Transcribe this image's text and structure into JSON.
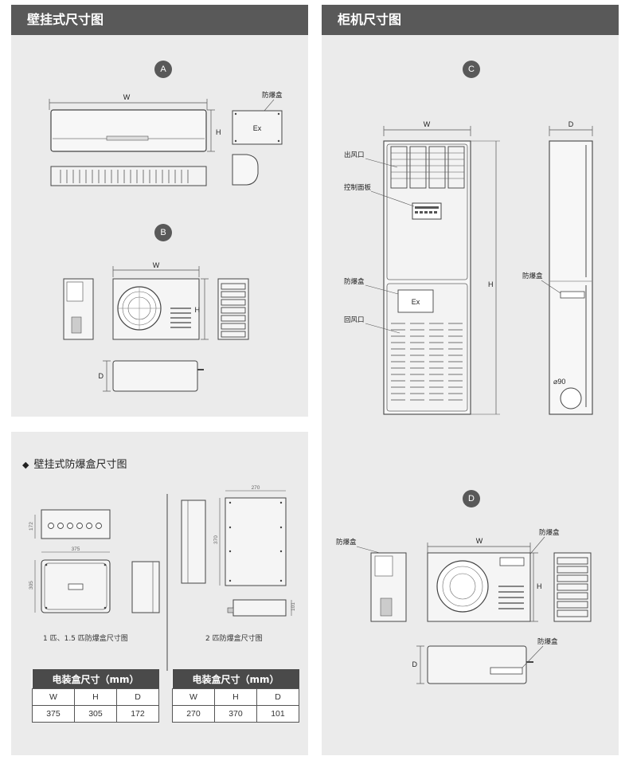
{
  "panels": {
    "wall": {
      "title": "壁挂式尺寸图"
    },
    "cabinet": {
      "title": "柜机尺寸图"
    },
    "box": {
      "title": "壁挂式防爆盒尺寸图",
      "bullet": "◆"
    }
  },
  "badges": {
    "a": "A",
    "b": "B",
    "c": "C",
    "d": "D"
  },
  "dims": {
    "w": "W",
    "h": "H",
    "d": "D",
    "dia": "⌀90"
  },
  "labels": {
    "explosion_box": "防爆盒",
    "ex": "Ex",
    "outlet": "出风口",
    "control_panel": "控制面板",
    "return_air": "回风口"
  },
  "box_drawing": {
    "small_w": "375",
    "small_h": "305",
    "small_d": "172",
    "large_w": "270",
    "large_h": "370",
    "large_d": "101",
    "caption_small": "1 匹、1.5 匹防爆盒尺寸图",
    "caption_large": "2 匹防爆盒尺寸图"
  },
  "tables": [
    {
      "title": "电装盒尺寸（mm）",
      "headers": [
        "W",
        "H",
        "D"
      ],
      "values": [
        "375",
        "305",
        "172"
      ]
    },
    {
      "title": "电装盒尺寸（mm）",
      "headers": [
        "W",
        "H",
        "D"
      ],
      "values": [
        "270",
        "370",
        "101"
      ]
    }
  ],
  "colors": {
    "header": "#595959",
    "panel": "#ebebeb",
    "table_head": "#4a4a4a"
  }
}
